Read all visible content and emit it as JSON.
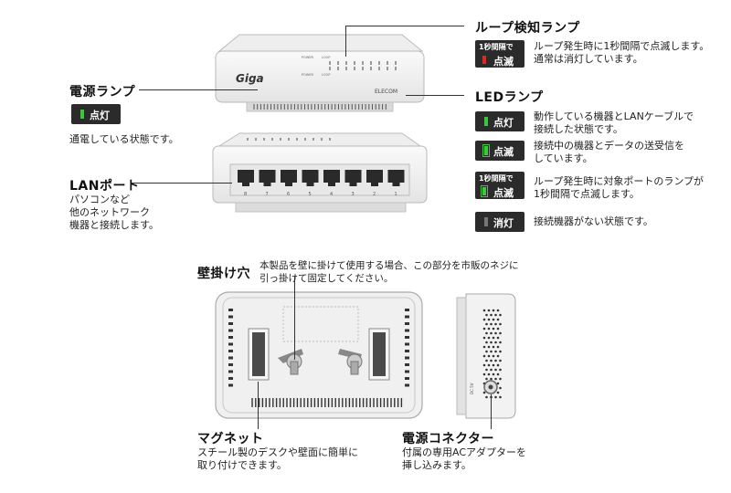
{
  "colors": {
    "led_green": "#3cc83c",
    "led_red": "#e0281e",
    "badge_bg": "#2b2b2b",
    "led_off": "#777777"
  },
  "device": {
    "brand": "Giga",
    "maker": "ELECOM",
    "power_label": "POWER",
    "loop_label": "LOOP",
    "port_numbers": [
      "8",
      "7",
      "6",
      "5",
      "4",
      "3",
      "2",
      "1"
    ],
    "dc_label": "DC 5V"
  },
  "power_lamp": {
    "title": "電源ランプ",
    "badge_label": "点灯",
    "desc": "通電している状態です。"
  },
  "lan_port": {
    "title": "LANポート",
    "desc": "パソコンなど\n他のネットワーク\n機器と接続します。"
  },
  "loop_lamp": {
    "title": "ループ検知ランプ",
    "badge_top": "1秒間隔で",
    "badge_label": "点滅",
    "desc": "ループ発生時に1秒間隔で点滅します。\n通常は消灯しています。"
  },
  "led_lamp": {
    "title": "LEDランプ",
    "states": [
      {
        "badge_top": "",
        "badge_label": "点灯",
        "desc": "動作している機器とLANケーブルで\n接続した状態です。"
      },
      {
        "badge_top": "",
        "badge_label": "点滅",
        "desc": "接続中の機器とデータの送受信を\nしています。"
      },
      {
        "badge_top": "1秒間隔で",
        "badge_label": "点滅",
        "desc": "ループ発生時に対象ポートのランプが\n1秒間隔で点滅します。"
      },
      {
        "badge_top": "",
        "badge_label": "消灯",
        "desc": "接続機器がない状態です。"
      }
    ]
  },
  "wall_hole": {
    "title": "壁掛け穴",
    "desc": "本製品を壁に掛けて使用する場合、この部分を市販のネジに\n引っ掛けて固定してください。"
  },
  "magnet": {
    "title": "マグネット",
    "desc": "スチール製のデスクや壁面に簡単に\n取り付けできます。"
  },
  "power_connector": {
    "title": "電源コネクター",
    "desc": "付属の専用ACアダプターを\n挿し込みます。"
  }
}
